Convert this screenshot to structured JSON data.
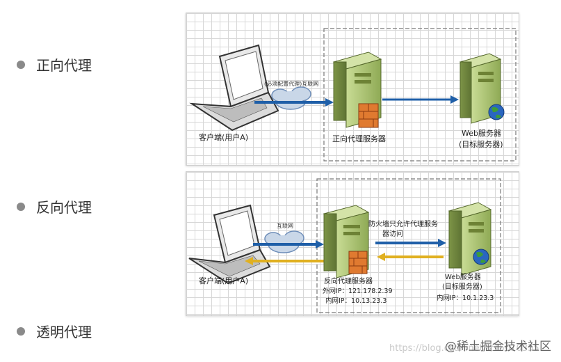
{
  "bullets": [
    {
      "label": "正向代理"
    },
    {
      "label": "反向代理"
    },
    {
      "label": "透明代理"
    }
  ],
  "forward_proxy": {
    "client_label": "客户端(用户A)",
    "internet_label": "(必须配置代理)互联网",
    "proxy_label": "正向代理服务器",
    "web_label_1": "Web服务器",
    "web_label_2": "(目标服务器)"
  },
  "reverse_proxy": {
    "client_label": "客户端(用户A)",
    "internet_label": "互联网",
    "firewall_label_1": "防火墙只允许代理服务",
    "firewall_label_2": "器访问",
    "proxy_label": "反向代理服务器",
    "outer_ip": "外网IP：121.178.2.39",
    "inner_ip": "内网IP：10.13.23.3",
    "web_label_1": "Web服务器",
    "web_label_2": "(目标服务器)",
    "web_inner_ip": "内网IP：10.1.23.3"
  },
  "watermark": {
    "url": "https://blog.csdn.net/lz15010355",
    "brand": "@稀土掘金技术社区"
  },
  "colors": {
    "arrow_blue": "#1f5fa8",
    "arrow_yellow": "#e0b020",
    "server_green": "#a8c070",
    "firewall_orange": "#e07a30"
  }
}
